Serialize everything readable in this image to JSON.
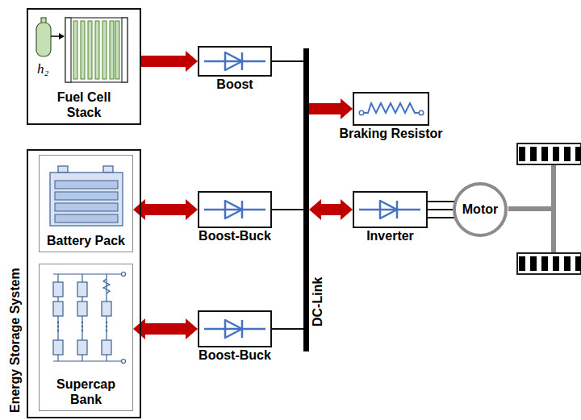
{
  "diagram": {
    "nodes": [
      {
        "text": [
          "Fuel Cell Stack"
        ]
      },
      {
        "text": [
          "Boost"
        ]
      },
      {
        "text": [
          "DC-Link"
        ]
      },
      {
        "text": [
          "Braking Resistor"
        ]
      },
      {
        "text": [
          "Energy Storage System"
        ]
      },
      {
        "text": [
          "Battery Pack"
        ],
        "in": 4
      },
      {
        "text": [
          "Boost-Buck"
        ]
      },
      {
        "text": [
          "Inverter"
        ]
      },
      {
        "text": [
          "Motor"
        ]
      },
      {
        "text": [
          "Supercap Bank"
        ],
        "in": 4
      },
      {
        "text": [
          "Boost-Buck"
        ]
      }
    ],
    "edges": [
      {
        "from": 0,
        "to": 1,
        "arrow": "to"
      },
      {
        "from": 1,
        "to": 2,
        "arrow": "none"
      },
      {
        "from": 2,
        "to": 3,
        "arrow": "to"
      },
      {
        "from": 5,
        "to": 6,
        "arrow": "both"
      },
      {
        "from": 6,
        "to": 2,
        "arrow": "none"
      },
      {
        "from": 2,
        "to": 7,
        "arrow": "both"
      },
      {
        "from": 7,
        "to": 8,
        "arrow": "none"
      },
      {
        "from": 9,
        "to": 10,
        "arrow": "both"
      },
      {
        "from": 10,
        "to": 2,
        "arrow": "none"
      }
    ],
    "labels": [
      "h₂"
    ]
  }
}
